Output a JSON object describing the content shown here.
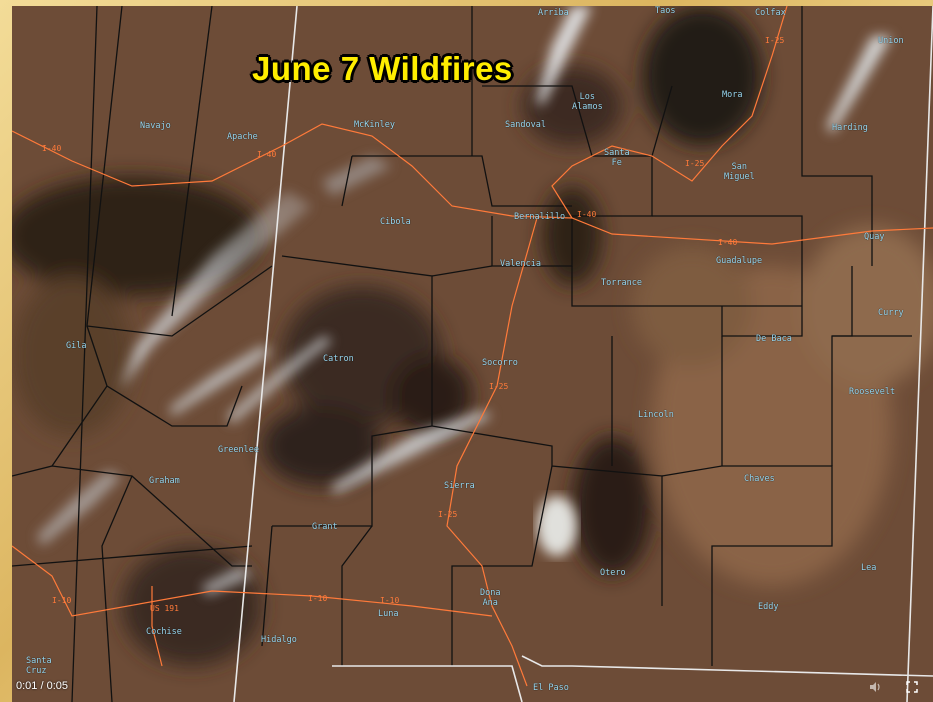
{
  "title": "June 7 Wildfires",
  "player": {
    "time_display": "0:01 / 0:05",
    "volume_icon": "volume-icon",
    "fullscreen_icon": "fullscreen-icon"
  },
  "colors": {
    "title_text": "#ffee00",
    "county_label": "#9ad8f0",
    "highway": "#ff7a3a",
    "border_lines": "#111111",
    "state_lines": "#e8e8e8"
  },
  "counties": [
    {
      "name": "Navajo"
    },
    {
      "name": "Apache"
    },
    {
      "name": "McKinley"
    },
    {
      "name": "Sandoval"
    },
    {
      "name": "Los\nAlamos"
    },
    {
      "name": "Mora"
    },
    {
      "name": "Harding"
    },
    {
      "name": "Santa\nFe"
    },
    {
      "name": "San\nMiguel"
    },
    {
      "name": "Bernalillo"
    },
    {
      "name": "Cibola"
    },
    {
      "name": "Valencia"
    },
    {
      "name": "Torrance"
    },
    {
      "name": "Guadalupe"
    },
    {
      "name": "Quay"
    },
    {
      "name": "Curry"
    },
    {
      "name": "Gila"
    },
    {
      "name": "Catron"
    },
    {
      "name": "Socorro"
    },
    {
      "name": "De Baca"
    },
    {
      "name": "Roosevelt"
    },
    {
      "name": "Lincoln"
    },
    {
      "name": "Greenlee"
    },
    {
      "name": "Graham"
    },
    {
      "name": "Chaves"
    },
    {
      "name": "Sierra"
    },
    {
      "name": "Grant"
    },
    {
      "name": "Otero"
    },
    {
      "name": "Lea"
    },
    {
      "name": "Dona\nAna"
    },
    {
      "name": "Luna"
    },
    {
      "name": "Eddy"
    },
    {
      "name": "Cochise"
    },
    {
      "name": "Hidalgo"
    },
    {
      "name": "Santa\nCruz"
    },
    {
      "name": "El Paso"
    },
    {
      "name": "Arriba"
    },
    {
      "name": "Taos"
    },
    {
      "name": "Colfax"
    },
    {
      "name": "Union"
    }
  ],
  "highways": [
    {
      "label": "I-40"
    },
    {
      "label": "I-40"
    },
    {
      "label": "I-40"
    },
    {
      "label": "I-40"
    },
    {
      "label": "I-25"
    },
    {
      "label": "I-25"
    },
    {
      "label": "I-25"
    },
    {
      "label": "I-25"
    },
    {
      "label": "I-10"
    },
    {
      "label": "I-10"
    },
    {
      "label": "I-10"
    },
    {
      "label": "US 191"
    }
  ]
}
